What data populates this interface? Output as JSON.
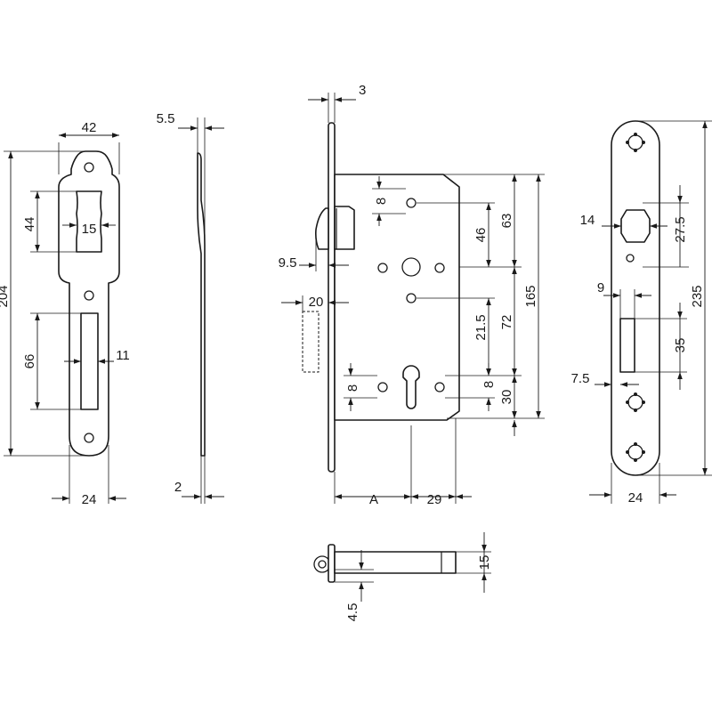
{
  "dimensions": {
    "striker_width": "42",
    "striker_height": "204",
    "striker_window_height": "44",
    "striker_window_width": "15",
    "striker_slot_height": "66",
    "striker_slot_width": "11",
    "striker_bottom_width": "24",
    "side_offset": "5.5",
    "side_thickness": "2",
    "faceplate_thickness": "3",
    "latch_projection": "9.5",
    "deadbolt_projection": "20",
    "latch_screw_spacing": "8",
    "follower_to_latch": "46",
    "follower_to_top": "63",
    "follower_to_lower_hole": "21.5",
    "follower_to_cylinder": "72",
    "case_height": "165",
    "cylinder_screw_spacing_left": "8",
    "cylinder_screw_spacing_right": "8",
    "cylinder_to_bottom": "30",
    "backset": "A",
    "backset_depth": "29",
    "faceplate_width": "14",
    "faceplate_latch_height": "27.5",
    "faceplate_slot_width": "9",
    "faceplate_slot_height": "35",
    "faceplate_slot_offset": "7.5",
    "faceplate_height": "235",
    "faceplate_bottom_width": "24",
    "latch_thickness": "4.5",
    "latch_height": "15"
  }
}
